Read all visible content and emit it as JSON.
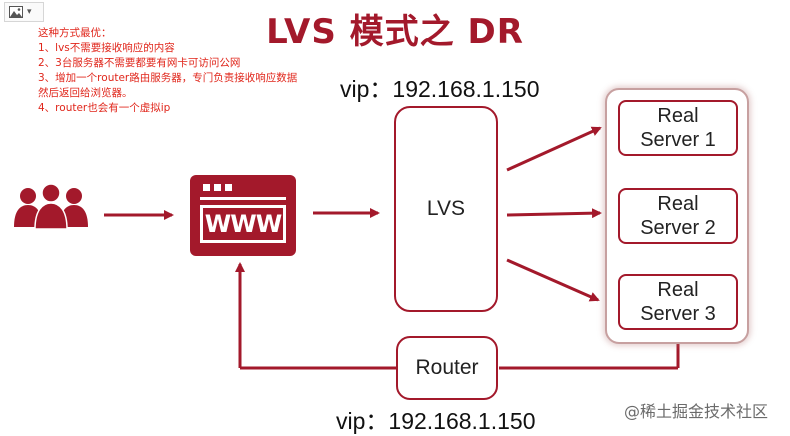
{
  "title": "LVS 模式之 DR",
  "notes": [
    "这种方式最优：",
    "1、lvs不需要接收响应的内容",
    "2、3台服务器不需要都要有网卡可访问公网",
    "3、增加一个router路由服务器，专门负责接收响应数据",
    "然后返回给浏览器。",
    "4、router也会有一个虚拟ip"
  ],
  "vip_top": "vip：192.168.1.150",
  "vip_bottom": "vip：192.168.1.150",
  "www_label": "WWW",
  "lvs_label": "LVS",
  "router_label": "Router",
  "servers": [
    {
      "line1": "Real",
      "line2": "Server 1"
    },
    {
      "line1": "Real",
      "line2": "Server 2"
    },
    {
      "line1": "Real",
      "line2": "Server 3"
    }
  ],
  "watermark": "@稀土掘金技术社区",
  "icons": {
    "toolbar": "image-icon",
    "toolbar_menu": "chevron-down-icon",
    "users": "users-group-icon",
    "browser": "browser-window-icon"
  },
  "colors": {
    "accent": "#a3192b",
    "notes": "#e0261b",
    "group_border": "#c7a0a0"
  }
}
